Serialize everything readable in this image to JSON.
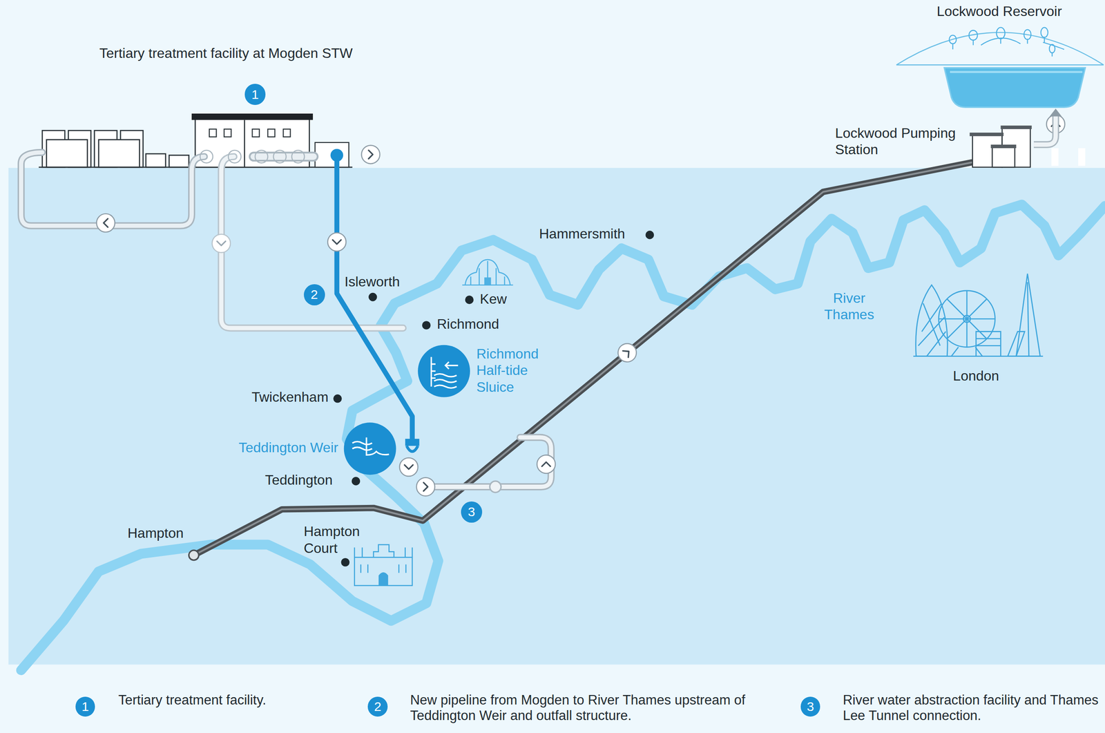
{
  "diagram": {
    "nodes": [
      {
        "text": [
          "Tertiary treatment facility at Mogden STW"
        ]
      },
      {
        "text": [
          "Lockwood Pumping Station"
        ]
      },
      {
        "text": [
          "Lockwood Reservoir"
        ]
      }
    ],
    "edges": [
      {
        "from": 1,
        "to": 2,
        "arrow": "to"
      }
    ],
    "labels": [
      "1",
      "2",
      "3",
      "Isleworth",
      "Kew",
      "Richmond",
      "Hammersmith",
      "Twickenham",
      "Richmond Half-tide Sluice",
      "Teddington Weir",
      "Teddington",
      "Hampton",
      "Hampton Court",
      "River Thames",
      "London",
      "1",
      "2",
      "3"
    ],
    "legend": [
      {
        "text": "Tertiary treatment facility."
      },
      {
        "text": "New pipeline from Mogden to River Thames upstream of Teddington Weir and outfall structure."
      },
      {
        "text": "River water abstraction facility and Thames Lee Tunnel connection."
      }
    ]
  }
}
